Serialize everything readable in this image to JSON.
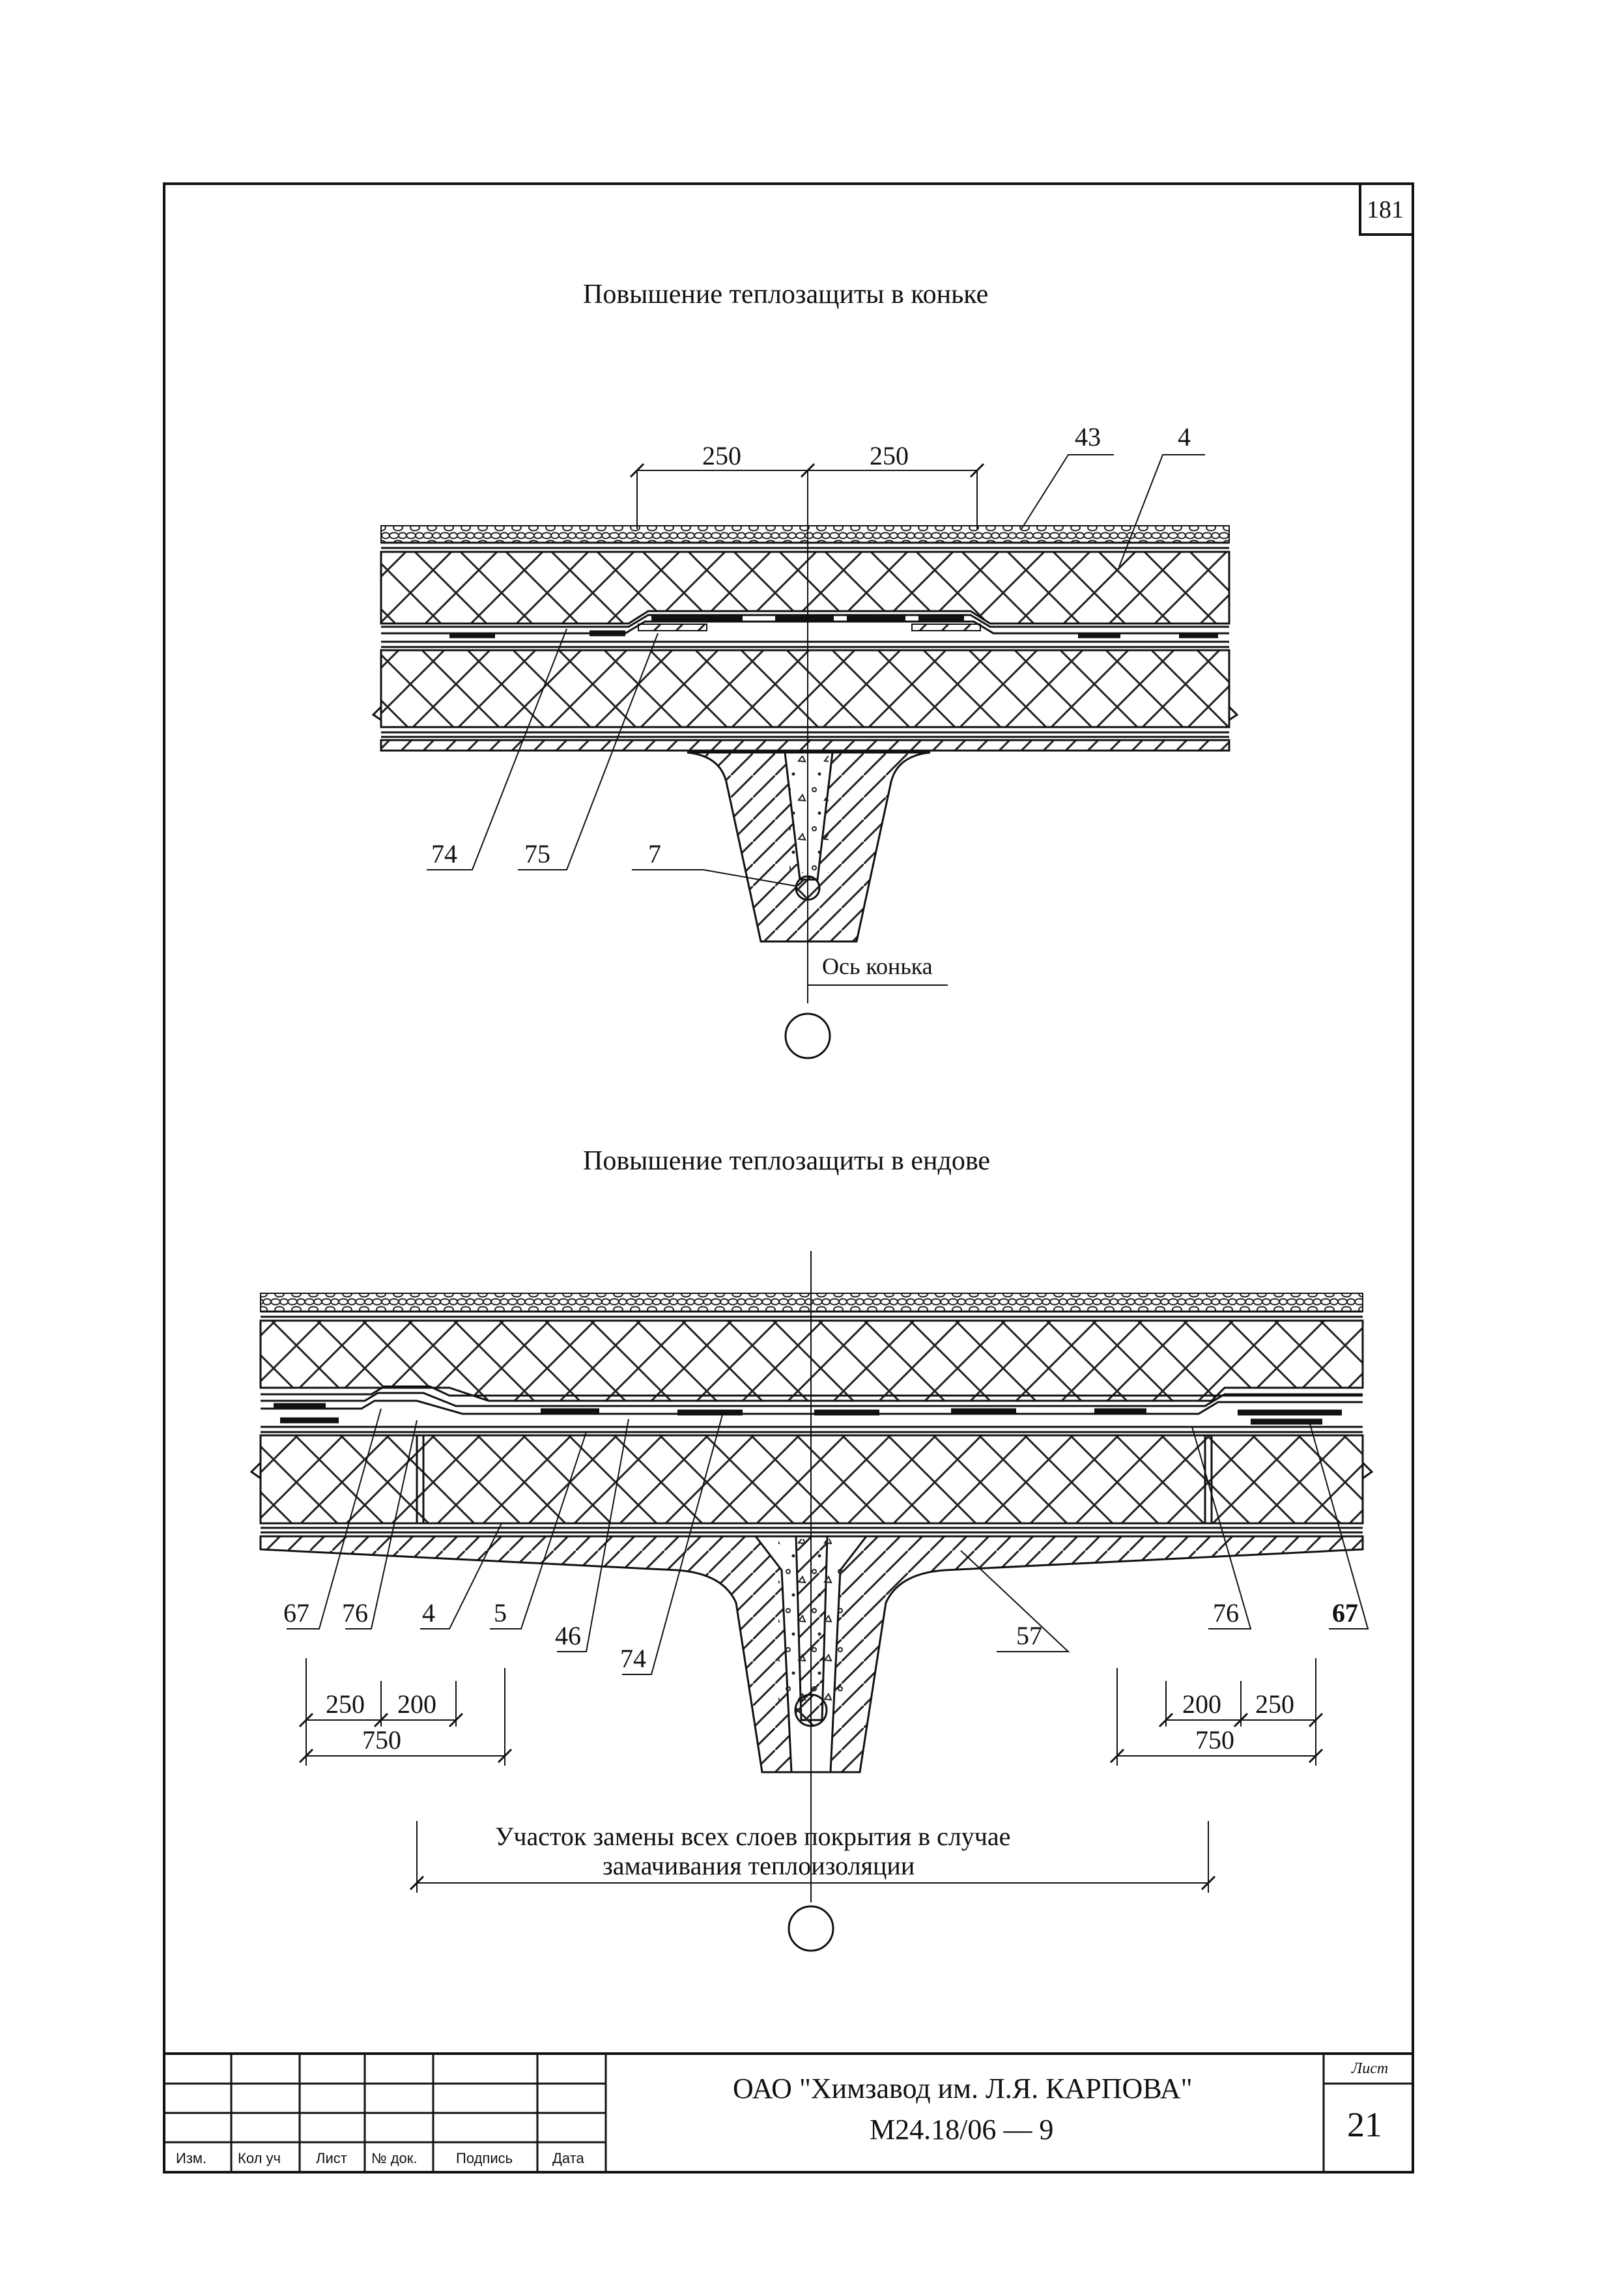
{
  "sheet_number": "181",
  "ridge": {
    "title": "Повышение теплозащиты в коньке",
    "dims": [
      "250",
      "250"
    ],
    "callouts": [
      "43",
      "4",
      "74",
      "75",
      "7"
    ],
    "axis_label": "Ось конька"
  },
  "valley": {
    "title": "Повышение теплозащиты в ендове",
    "callouts_left": [
      "67",
      "76",
      "4",
      "5",
      "46",
      "74"
    ],
    "callouts_right": [
      "57",
      "76",
      "67"
    ],
    "dims_left": [
      "250",
      "200",
      "750"
    ],
    "dims_right": [
      "200",
      "250",
      "750"
    ],
    "note_line1": "Участок замены всех слоев покрытия в случае",
    "note_line2": "замачивания теплоизоляции"
  },
  "stamp": {
    "headers": [
      "Изм.",
      "Кол уч",
      "Лист",
      "№ док.",
      "Подпись",
      "Дата"
    ],
    "org": "ОАО \"Химзавод им. Л.Я. КАРПОВА\"",
    "doc": "М24.18/06 — 9",
    "sheet_label": "Лист",
    "sheet_value": "21"
  }
}
